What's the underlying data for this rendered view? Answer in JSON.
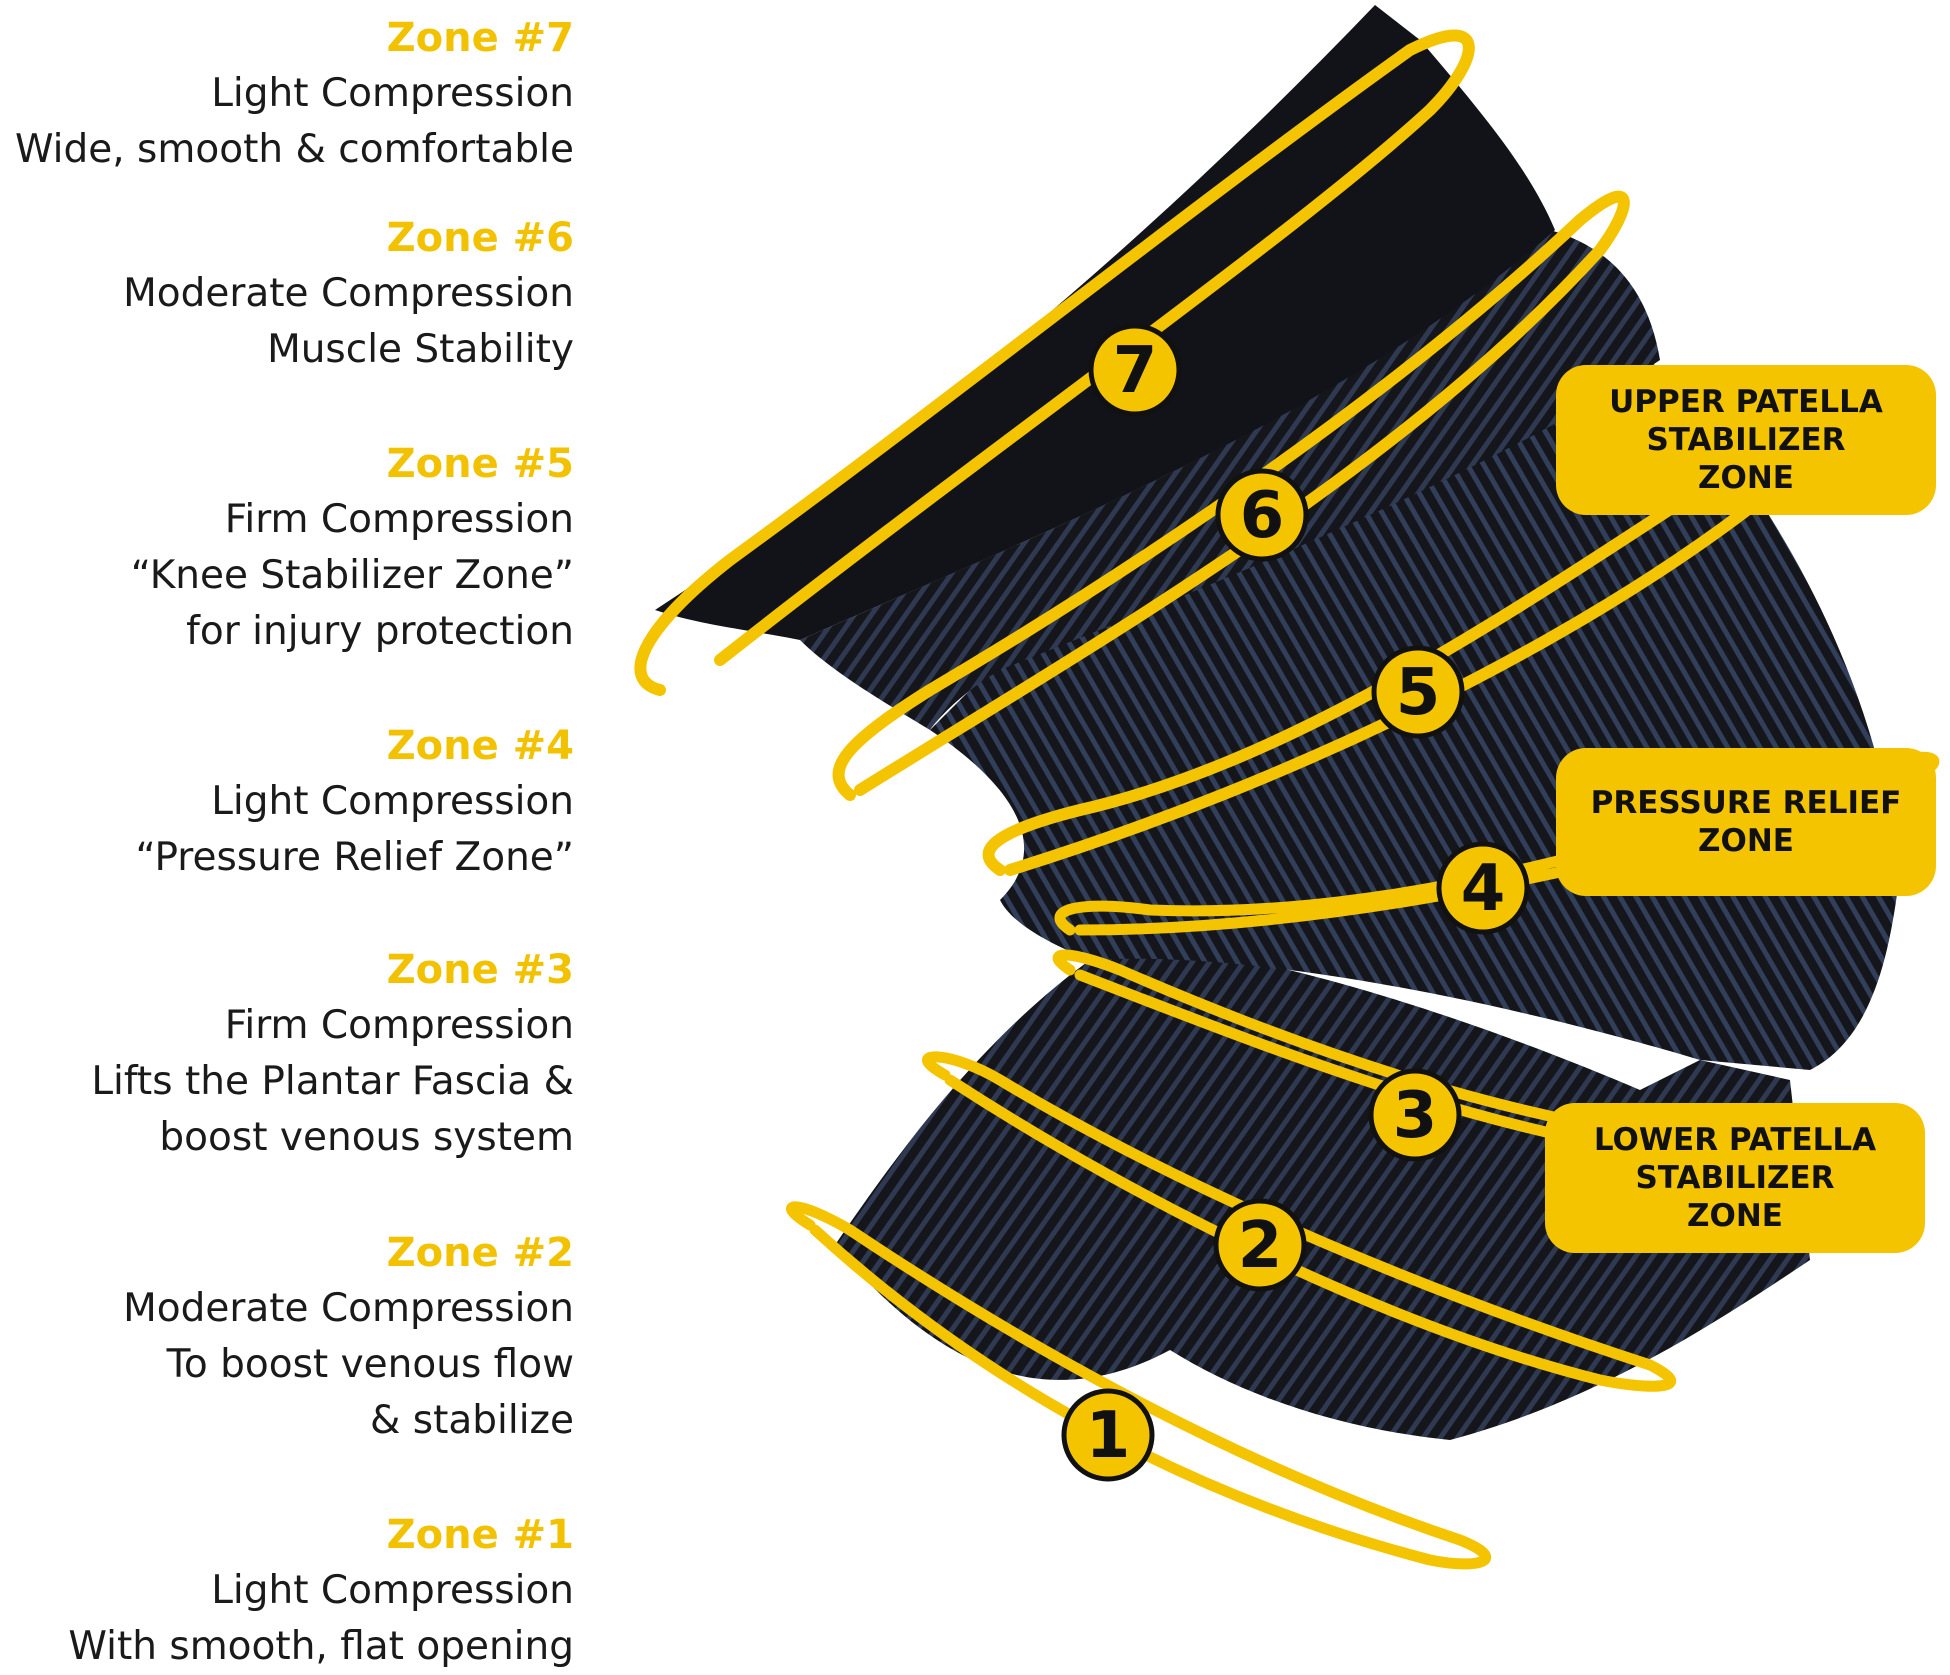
{
  "zones": [
    {
      "title": "Zone #7",
      "lines": [
        "Light Compression",
        "Wide, smooth & comfortable"
      ]
    },
    {
      "title": "Zone #6",
      "lines": [
        "Moderate Compression",
        "Muscle Stability"
      ]
    },
    {
      "title": "Zone #5",
      "lines": [
        "Firm Compression",
        "“Knee Stabilizer Zone”",
        "for injury protection"
      ]
    },
    {
      "title": "Zone #4",
      "lines": [
        "Light Compression",
        "“Pressure Relief Zone”"
      ]
    },
    {
      "title": "Zone #3",
      "lines": [
        "Firm Compression",
        "Lifts the Plantar Fascia &",
        "boost venous system"
      ]
    },
    {
      "title": "Zone #2",
      "lines": [
        "Moderate Compression",
        "To boost venous flow",
        "& stabilize"
      ]
    },
    {
      "title": "Zone #1",
      "lines": [
        "Light Compression",
        "With smooth, flat opening"
      ]
    }
  ],
  "zone_numbers": [
    "7",
    "6",
    "5",
    "4",
    "3",
    "2",
    "1"
  ],
  "callouts": {
    "upper": [
      "UPPER PATELLA",
      "STABILIZER",
      "ZONE"
    ],
    "pressure": [
      "PRESSURE RELIEF",
      "ZONE"
    ],
    "lower": [
      "LOWER PATELLA",
      "STABILIZER",
      "ZONE"
    ]
  },
  "colors": {
    "accent": "#f5c400",
    "title": "#f2c200",
    "sleeve": "#14161c",
    "weave": "#3a4a6a"
  }
}
